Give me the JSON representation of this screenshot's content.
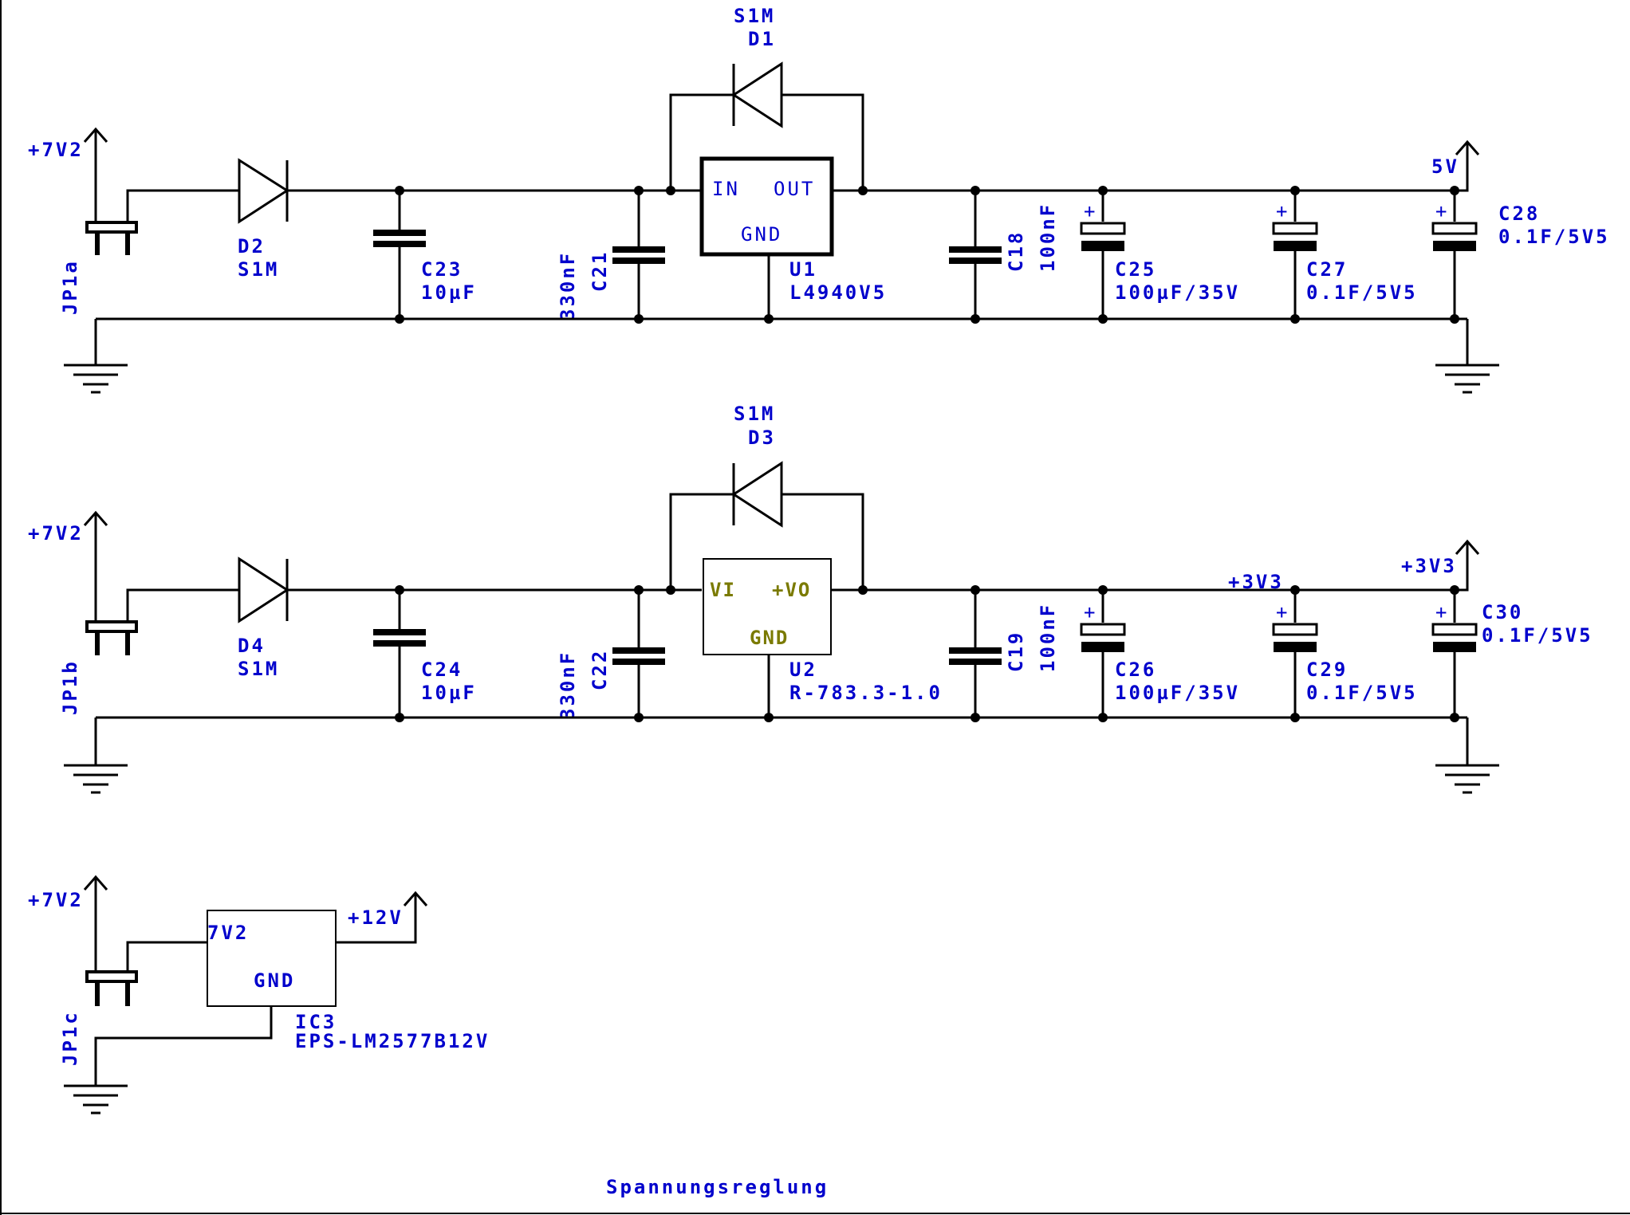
{
  "title": "Spannungsreglung",
  "colors": {
    "wire": "#000000",
    "label": "#0000cc",
    "pin_label_u2": "#7a7a00"
  },
  "regulator_5v": {
    "connector": "JP1a",
    "input_supply": "+7V2",
    "output_supply": "5V",
    "d_in": {
      "name": "D2",
      "value": "S1M"
    },
    "d_bypass": {
      "name": "D1",
      "value": "S1M"
    },
    "c_in": {
      "name": "C23",
      "value": "10µF"
    },
    "c_in2": {
      "name": "C21",
      "value": "330nF"
    },
    "c_out": {
      "name": "C18",
      "value": "100nF"
    },
    "c_el1": {
      "name": "C25",
      "value": "100µF/35V"
    },
    "c_el2": {
      "name": "C27",
      "value": "0.1F/5V5"
    },
    "c_el3": {
      "name": "C28",
      "value": "0.1F/5V5"
    },
    "ic": {
      "name": "U1",
      "value": "L4940V5",
      "pin_in": "IN",
      "pin_out": "OUT",
      "pin_gnd": "GND"
    },
    "polarity": "+"
  },
  "regulator_3v3": {
    "connector": "JP1b",
    "input_supply": "+7V2",
    "output_supply": "+3V3",
    "net_label": "+3V3",
    "d_in": {
      "name": "D4",
      "value": "S1M"
    },
    "d_bypass": {
      "name": "D3",
      "value": "S1M"
    },
    "c_in": {
      "name": "C24",
      "value": "10µF"
    },
    "c_in2": {
      "name": "C22",
      "value": "330nF"
    },
    "c_out": {
      "name": "C19",
      "value": "100nF"
    },
    "c_el1": {
      "name": "C26",
      "value": "100µF/35V"
    },
    "c_el2": {
      "name": "C29",
      "value": "0.1F/5V5"
    },
    "c_el3": {
      "name": "C30",
      "value": "0.1F/5V5"
    },
    "ic": {
      "name": "U2",
      "value": "R-783.3-1.0",
      "pin_in": "VI",
      "pin_out": "+VO",
      "pin_gnd": "GND"
    },
    "polarity": "+"
  },
  "regulator_12v": {
    "connector": "JP1c",
    "input_supply": "+7V2",
    "output_supply": "+12V",
    "ic": {
      "name": "IC3",
      "value": "EPS-LM2577B12V",
      "pin_in": "7V2",
      "pin_gnd": "GND"
    }
  }
}
